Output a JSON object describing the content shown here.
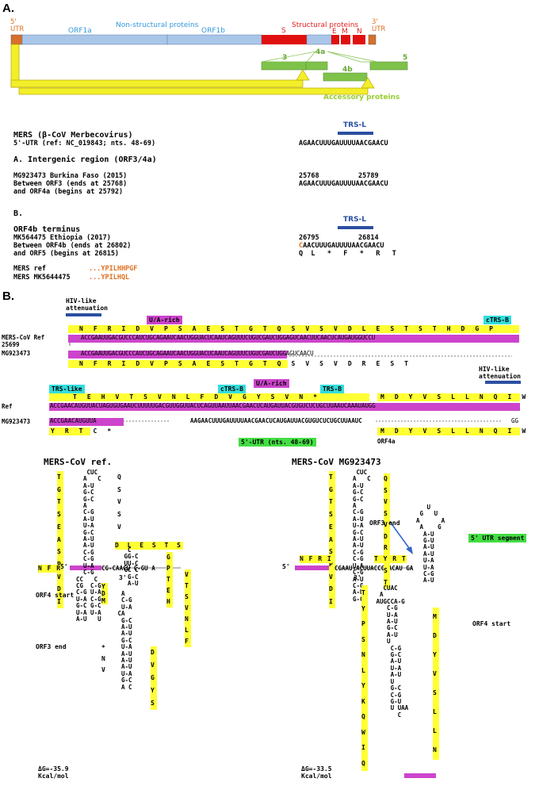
{
  "panelA": {
    "label": "A.",
    "genome": {
      "utr5": "5'\nUTR",
      "utr3": "3'\nUTR",
      "nonstructural": "Non-structural proteins",
      "structural": "Structural proteins",
      "orf1a": "ORF1a",
      "orf1b": "ORF1b",
      "s": "S",
      "e": "E",
      "m": "M",
      "n": "N",
      "acc3": "3",
      "acc4a": "4a",
      "acc4b": "4b",
      "acc5": "5",
      "accessory": "Accessory proteins"
    },
    "mers_header": "MERS (β-CoV Merbecovirus)",
    "utr_ref": "5'-UTR (ref: NC_019843; nts. 48-69)",
    "utr_seq": "AGAACUUUGAUUUUAACGAACU",
    "trsl": "TRS-L",
    "sectionA": "A. Intergenic region (ORF3/4a)",
    "mg_line": "MG923473 Burkina Faso (2015)",
    "mg_start": "25768",
    "mg_end": "25789",
    "between1": "Between ORF3 (ends at 25768)",
    "and1": "and ORF4a (begins at 25792)",
    "mg_seq": "AGAACUUUGAUUUUAACGAACU",
    "sectionB": "B.",
    "orf4b_term": "ORF4b terminus",
    "mk_line": "MK564475 Ethiopia (2017)",
    "mk_start": "26795",
    "mk_end": "26814",
    "between2": "Between ORF4b (ends at 26802)",
    "and2": "and ORF5 (begins at 26815)",
    "mk_seq_c": "C",
    "mk_seq": "AACUUUGAUUUUAACGAACU",
    "mk_aa": "Q  L   *   F   *   R   T",
    "mers_ref": "MERS ref",
    "mers_ref_aa": "...YPILHHPGF",
    "mers_mk": "MERS MK5644475",
    "mers_mk_aa": "...YPILHQL"
  },
  "panelB": {
    "label": "B.",
    "hiv1": "HIV-like\nattenuation",
    "ua_rich": "U/A-rich",
    "ctrsb": "cTRS-B",
    "ref_name": "MERS-CoV Ref\n25699",
    "mg_name": "MG923473",
    "aa_top": "N F R I D V P S A E S T G T Q S V S V D L E S T S T H D G P",
    "aa_top2": "N F R I D V P S A E S T G T Q S V S V D R E S T",
    "seq_ref1": "ACCGAAUUGACGUCCCAUCUGCAGAAUCAACUGGUACUCAAUCAGUUUCUGUCGAUCUGGAGUCAACUUCAACUCAUGAUGGUCCU",
    "seq_mg1": "ACCGAAUUGACGUCCCAUCUGCAGAAUCAACUGGUACUCAAUCAGUUUCUGUCGAUCUGGAGUCAACU",
    "trs_like": "TRS-like",
    "ctrsb2": "cTRS-B",
    "ua_rich2": "U/A-rich",
    "trsb": "TRS-B",
    "hiv2": "HIV-like\nattenuation",
    "aa_row2": "T E H V T S V N L F D V G Y S V N *",
    "aa_row2b": "M D Y V S L L N Q I W",
    "ref_name2": "Ref",
    "mg_name2": "MG923473",
    "seq_ref2": "ACCGAACAUGUUACUAGUGUGAAUCUUUUUGACGUUGGUUACUCAGUUAAUUAACGAACUCAUGAUUACGUGUCUCUGCUUAAUCAAAUAUGG",
    "seq_mg2a": "ACCGAACAUGUUA",
    "seq_mg2b": "AAGAACUUUGAUUUUAACGAACUCAUGAUUACGUGUCUCUGCUUAAUC",
    "seq_mg2c": "GG",
    "aa_row3": "Y R T C *",
    "aa_row3b": "M D Y V S L L N Q I W",
    "utr_box": "5'-UTR (nts. 48-69)",
    "orf4a": "ORF4a"
  },
  "structures": {
    "ref_title": "MERS-CoV ref.",
    "mg_title": "MERS-CoV MG923473",
    "orf4_start": "ORF4 start",
    "orf3_end": "ORF3 end",
    "orf3_end2": "ORF3 end",
    "orf4_start2": "ORF4 start",
    "utr_segment": "5' UTR segment",
    "ref_dg": "ΔG=-35.9\nKcal/mol",
    "mg_dg": "ΔG=-33.5\nKcal/mol",
    "five": "5'",
    "three": "3'",
    "ref_left_aa": "T G T S E A S P V D I",
    "ref_nfr": "N F R",
    "ref_right_aa": "Q S V S V",
    "ref_dlests": "D L E S T S",
    "ref_gpteh": "G P T E H",
    "ref_vtsvnlf": "V T S V N L F",
    "ref_dvgys": "D V G Y S",
    "ref_ydm": "Y D M",
    "ref_nv": "* N V",
    "mg_left_aa": "T G T S E A S P V D I",
    "mg_nfri": "N F R I",
    "mg_right_aa": "Q S V S V D R E S T",
    "mg_tyr": "T Y R T",
    "mg_lower_aa": "T Y P S N L Y K Q W I Q",
    "mg_orf4_aa": "M D Y V S L L N"
  }
}
